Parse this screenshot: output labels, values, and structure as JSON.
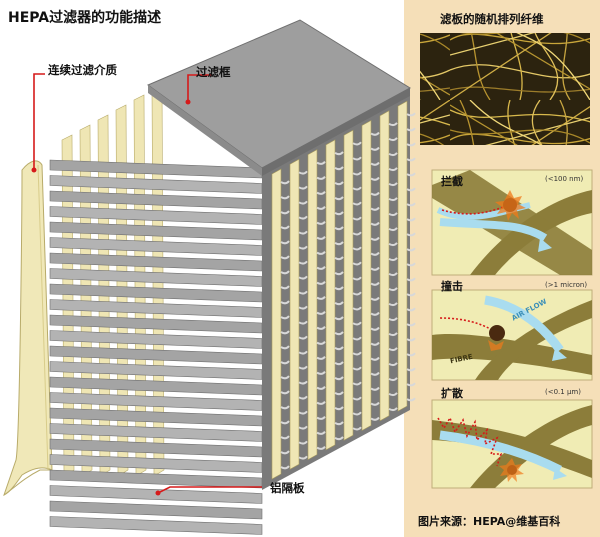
{
  "title": "HEPA过滤器的功能描述",
  "labels": {
    "continuous_media": "连续过滤介质",
    "filter_frame": "过滤框",
    "aluminum_separator": "铝隔板",
    "random_fibers": "滤板的随机排列纤维"
  },
  "mechanisms": [
    {
      "name": "拦截",
      "size": "(<100 nm)"
    },
    {
      "name": "撞击",
      "size": "(>1 micron)",
      "airflow": "AIR FLOW",
      "fibre": "FIBRE"
    },
    {
      "name": "扩散",
      "size": "(<0.1 µm)"
    }
  ],
  "credit": "图片来源：HEPA@维基百科",
  "colors": {
    "panel_bg": "#f5dfb8",
    "mech_bg": "#f0ecb4",
    "media": "#f0e8b8",
    "pleat_gray": "#a9a9a9",
    "frame_top": "#9e9e9e",
    "fiber": "#8c7d3a",
    "airflow": "#a9dcef",
    "leader_line": "#d61a1a"
  }
}
